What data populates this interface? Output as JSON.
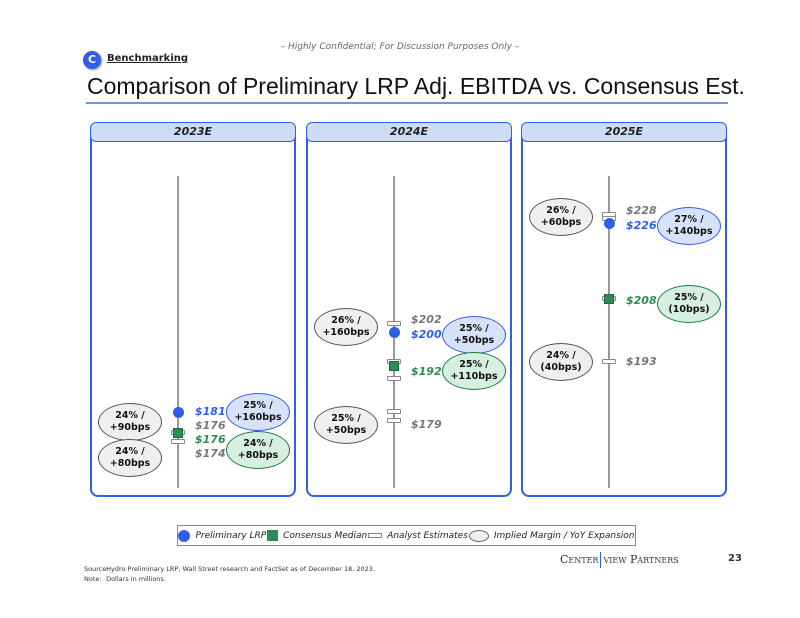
{
  "header": {
    "confidential": "– Highly Confidential; For Discussion Purposes Only –",
    "badge": "C",
    "section": "Benchmarking",
    "title": "Comparison of Preliminary LRP Adj. EBITDA vs. Consensus Est."
  },
  "colors": {
    "lrp": "#2f5fe8",
    "consensus": "#2e8b57",
    "estimate": "#777777",
    "panel_border": "#2f5fe8"
  },
  "panels": [
    {
      "year": "2023E",
      "lrp": 181,
      "lrp_label": "$181",
      "consensus": 176,
      "consensus_label": "$176",
      "estimates": [
        176,
        174
      ],
      "high_label": "$176",
      "low_label": "$174",
      "left_ellipses": [
        "24% /\n+90bps",
        "24% /\n+80bps"
      ],
      "lrp_ellipse": "25% /\n+160bps",
      "consensus_ellipse": "24% /\n+80bps"
    },
    {
      "year": "2024E",
      "lrp": 200,
      "lrp_label": "$200",
      "consensus": 192,
      "consensus_label": "$192",
      "estimates": [
        202,
        193,
        189,
        181,
        179
      ],
      "high_label": "$202",
      "low_label": "$179",
      "left_ellipses": [
        "26% /\n+160bps",
        "25% /\n+50bps"
      ],
      "lrp_ellipse": "25% /\n+50bps",
      "consensus_ellipse": "25% /\n+110bps"
    },
    {
      "year": "2025E",
      "lrp": 226,
      "lrp_label": "$226",
      "consensus": 208,
      "consensus_label": "$208",
      "estimates": [
        228,
        227,
        208,
        193
      ],
      "high_label": "$228",
      "low_label": "$193",
      "left_ellipses": [
        "26% /\n+60bps",
        "24% /\n(40bps)"
      ],
      "lrp_ellipse": "27% /\n+140bps",
      "consensus_ellipse": "25% /\n(10bps)"
    }
  ],
  "legend": {
    "lrp": "Preliminary LRP",
    "consensus": "Consensus Median",
    "estimates": "Analyst Estimates",
    "ellipse": "Implied Margin / YoY Expansion"
  },
  "footer": {
    "source_key": "Source:",
    "source": "Hydro Preliminary LRP, Wall Street research and FactSet as of December 18, 2023.",
    "note_key": "Note:",
    "note": "Dollars in millions.",
    "logo_left": "Center",
    "logo_right": "view Partners",
    "page": "23"
  }
}
